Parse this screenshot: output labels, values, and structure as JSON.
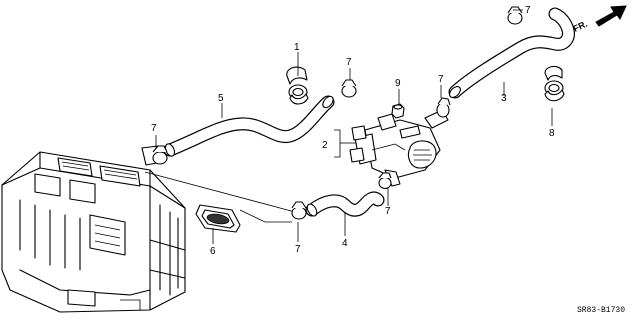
{
  "diagram": {
    "direction_label": "FR.",
    "code": "SR83-B1730",
    "callouts": {
      "c1": "1",
      "c2": "2",
      "c3": "3",
      "c4": "4",
      "c5": "5",
      "c6": "6",
      "c7a": "7",
      "c7b": "7",
      "c7c": "7",
      "c7d": "7",
      "c7e": "7",
      "c7f": "7",
      "c8": "8",
      "c9": "9"
    }
  }
}
